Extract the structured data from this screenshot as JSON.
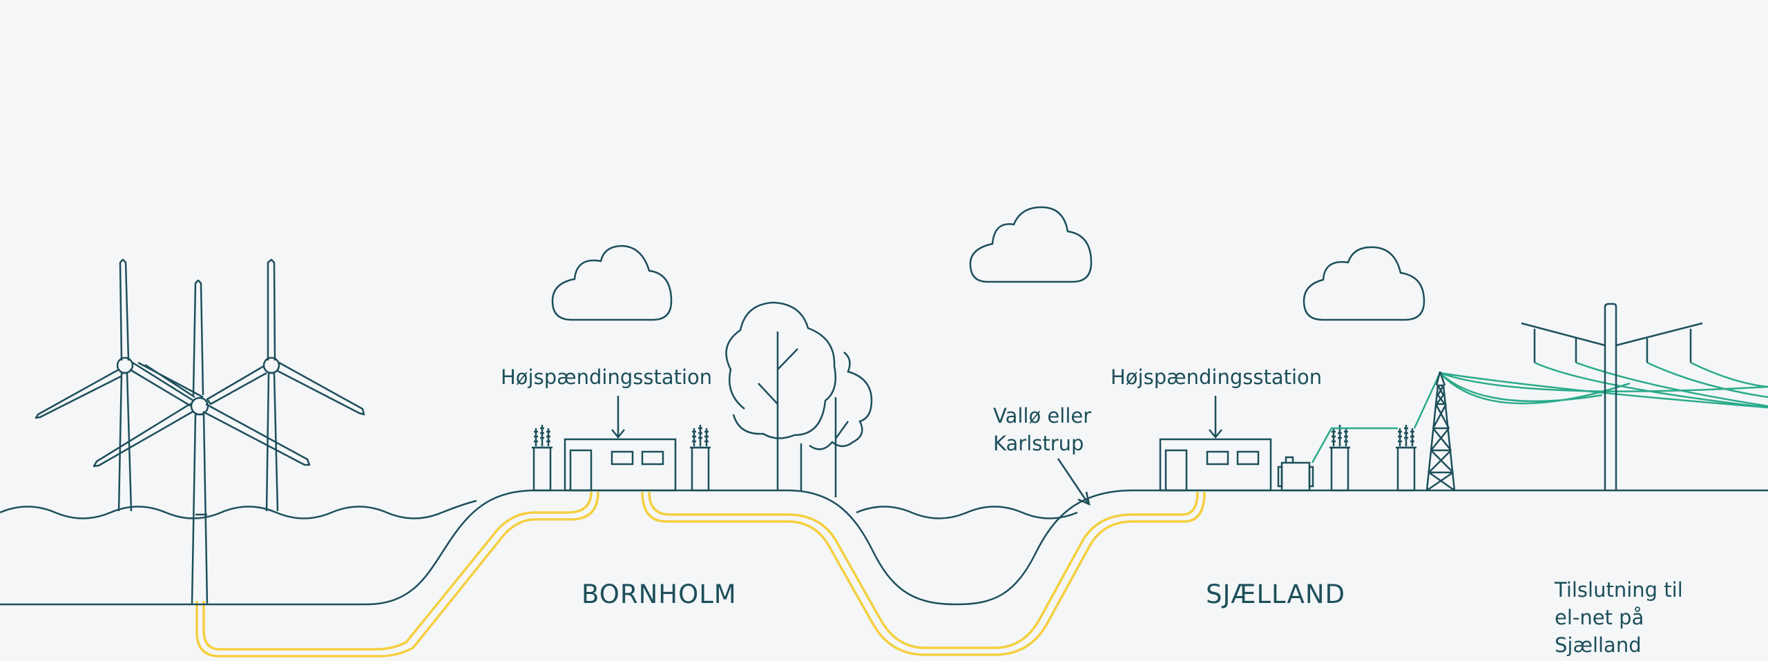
{
  "colors": {
    "background": "#f4f6f8",
    "line": "#1d4f5a",
    "cable": "#f5cf3f",
    "power_line": "#2aaa8a"
  },
  "labels": {
    "station_bornholm": "Højspændingsstation",
    "station_sjaelland": "Højspændingsstation",
    "landing_line1": "Vallø eller",
    "landing_line2": "Karlstrup",
    "bornholm": "BORNHOLM",
    "sjaelland": "SJÆLLAND",
    "grid_line1": "Tilslutning til",
    "grid_line2": "el-net på",
    "grid_line3": "Sjælland"
  },
  "icons": [
    "wind-turbine-icon",
    "cloud-icon",
    "tree-icon",
    "substation-building-icon",
    "insulator-icon",
    "transformer-icon",
    "lattice-pylon-icon",
    "power-mast-icon"
  ]
}
